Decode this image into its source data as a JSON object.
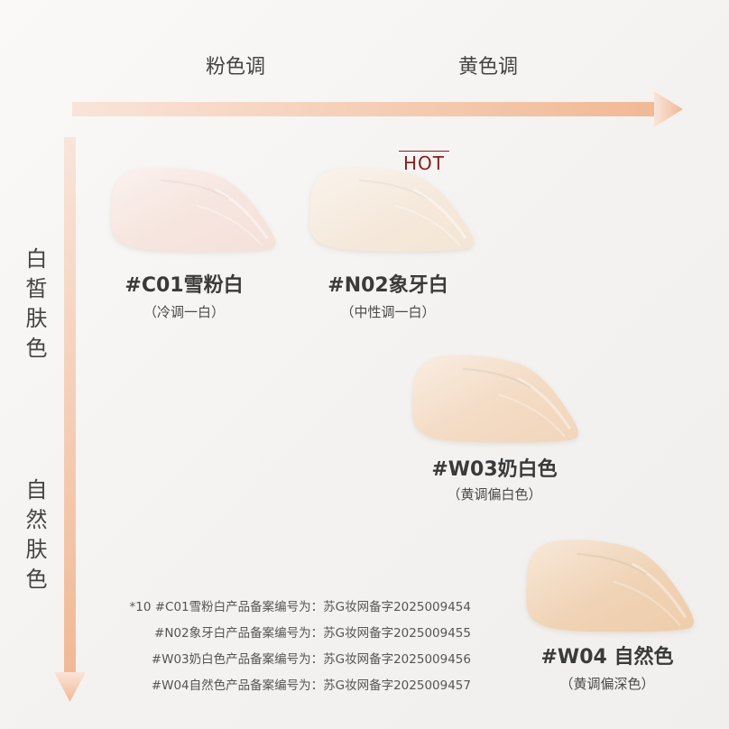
{
  "axes": {
    "top_left_label": "粉色调",
    "top_right_label": "黄色调",
    "left_top_label": "白皙肤色",
    "left_bottom_label": "自然肤色"
  },
  "hot_badge": "HOT",
  "swatches": [
    {
      "name": "#C01雪粉白",
      "desc": "（冷调一白）",
      "color": "#f5e1da"
    },
    {
      "name": "#N02象牙白",
      "desc": "（中性调一白）",
      "color": "#f4e6d6"
    },
    {
      "name": "#W03奶白色",
      "desc": "（黄调偏白色）",
      "color": "#f2d6bc"
    },
    {
      "name": "#W04 自然色",
      "desc": "（黄调偏深色）",
      "color": "#eecdab"
    }
  ],
  "footnotes": [
    "*10 #C01雪粉白产品备案编号为：苏G妆网备字2025009454",
    "#N02象牙白产品备案编号为：苏G妆网备字2025009455",
    "#W03奶白色产品备案编号为：苏G妆网备字2025009456",
    "#W04自然色产品备案编号为：苏G妆网备字2025009457"
  ],
  "colors": {
    "arrow_start": "#f9e4d9",
    "arrow_end": "#f0b995",
    "text": "#3b3b3b",
    "hot": "#8b1c1c"
  }
}
